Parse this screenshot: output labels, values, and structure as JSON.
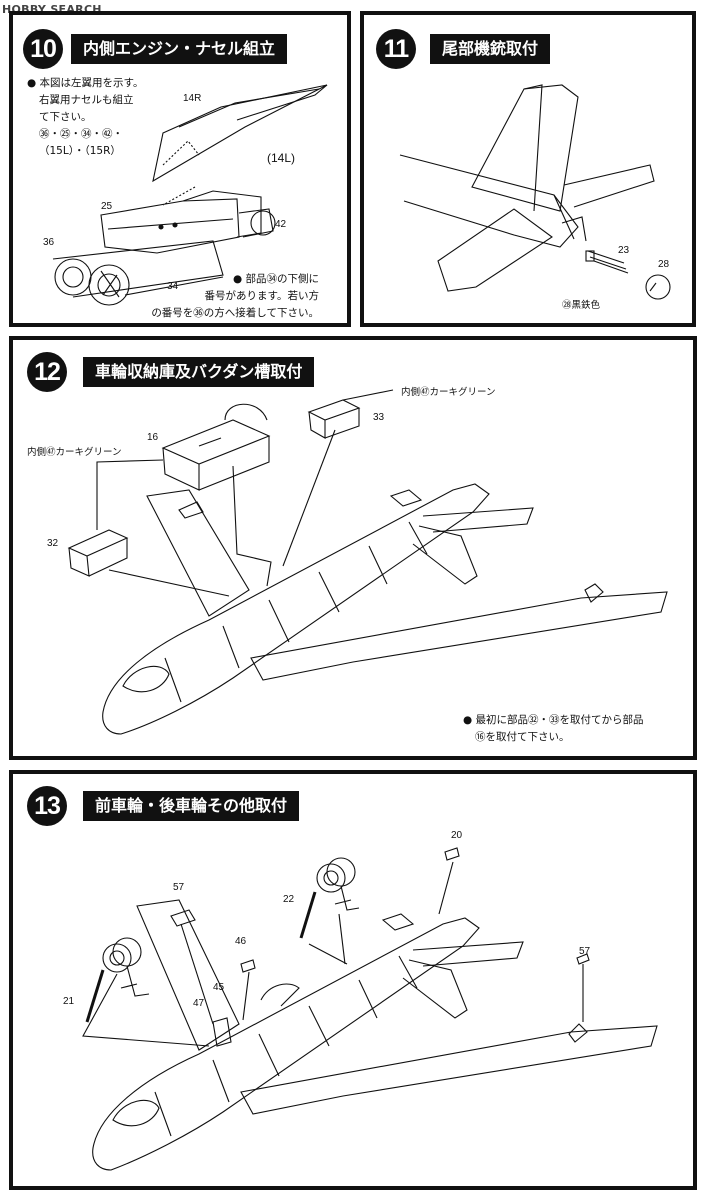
{
  "watermark": "HOBBY SEARCH",
  "steps": [
    {
      "number": "10",
      "title": "内側エンジン・ナセル組立",
      "note_lines": [
        "● 本図は左翼用を示す。",
        "右翼用ナセルも組立",
        "て下さい。",
        "㊱・㉕・㉞・㊷・",
        "（15L）・（15R）"
      ],
      "bottom_note_lines": [
        "● 部品㉞の下側に",
        "番号があります。若い方",
        "の番号を㊱の方へ接着して下さい。"
      ],
      "parts": [
        "14R",
        "(14L)",
        "25",
        "36",
        "34",
        "42"
      ]
    },
    {
      "number": "11",
      "title": "尾部機銃取付",
      "parts": [
        "23",
        "28"
      ],
      "color_note": "㉘黒鉄色"
    },
    {
      "number": "12",
      "title": "車輪収納庫及バクダン槽取付",
      "parts": [
        "16",
        "32",
        "33"
      ],
      "color_note_1": "内側㊼カーキグリーン",
      "color_note_2": "内側㊼カーキグリーン",
      "note_lines": [
        "● 最初に部品㉜・㉝を取付てから部品",
        "⑯を取付て下さい。"
      ]
    },
    {
      "number": "13",
      "title": "前車輪・後車輪その他取付",
      "parts": [
        "20",
        "57",
        "22",
        "46",
        "45",
        "47",
        "21",
        "57"
      ]
    }
  ]
}
